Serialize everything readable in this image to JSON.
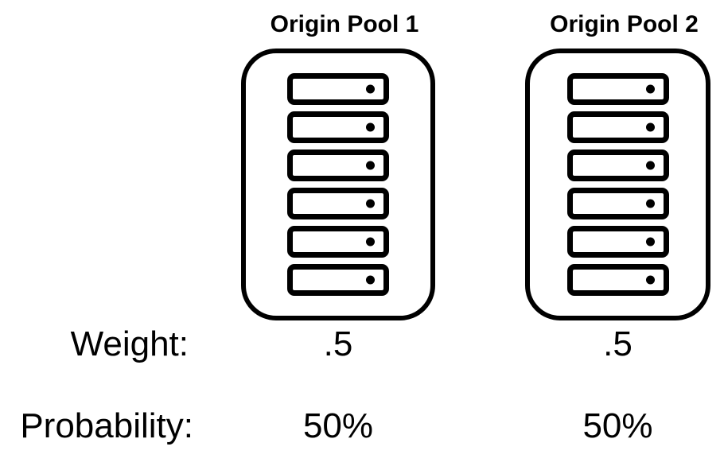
{
  "colors": {
    "foreground": "#000000",
    "background": "#ffffff"
  },
  "rows": {
    "weight_label": "Weight:",
    "probability_label": "Probability:"
  },
  "pools": [
    {
      "title": "Origin Pool 1",
      "server_count": 6,
      "weight": ".5",
      "probability": "50%"
    },
    {
      "title": "Origin Pool 2",
      "server_count": 6,
      "weight": ".5",
      "probability": "50%"
    }
  ]
}
